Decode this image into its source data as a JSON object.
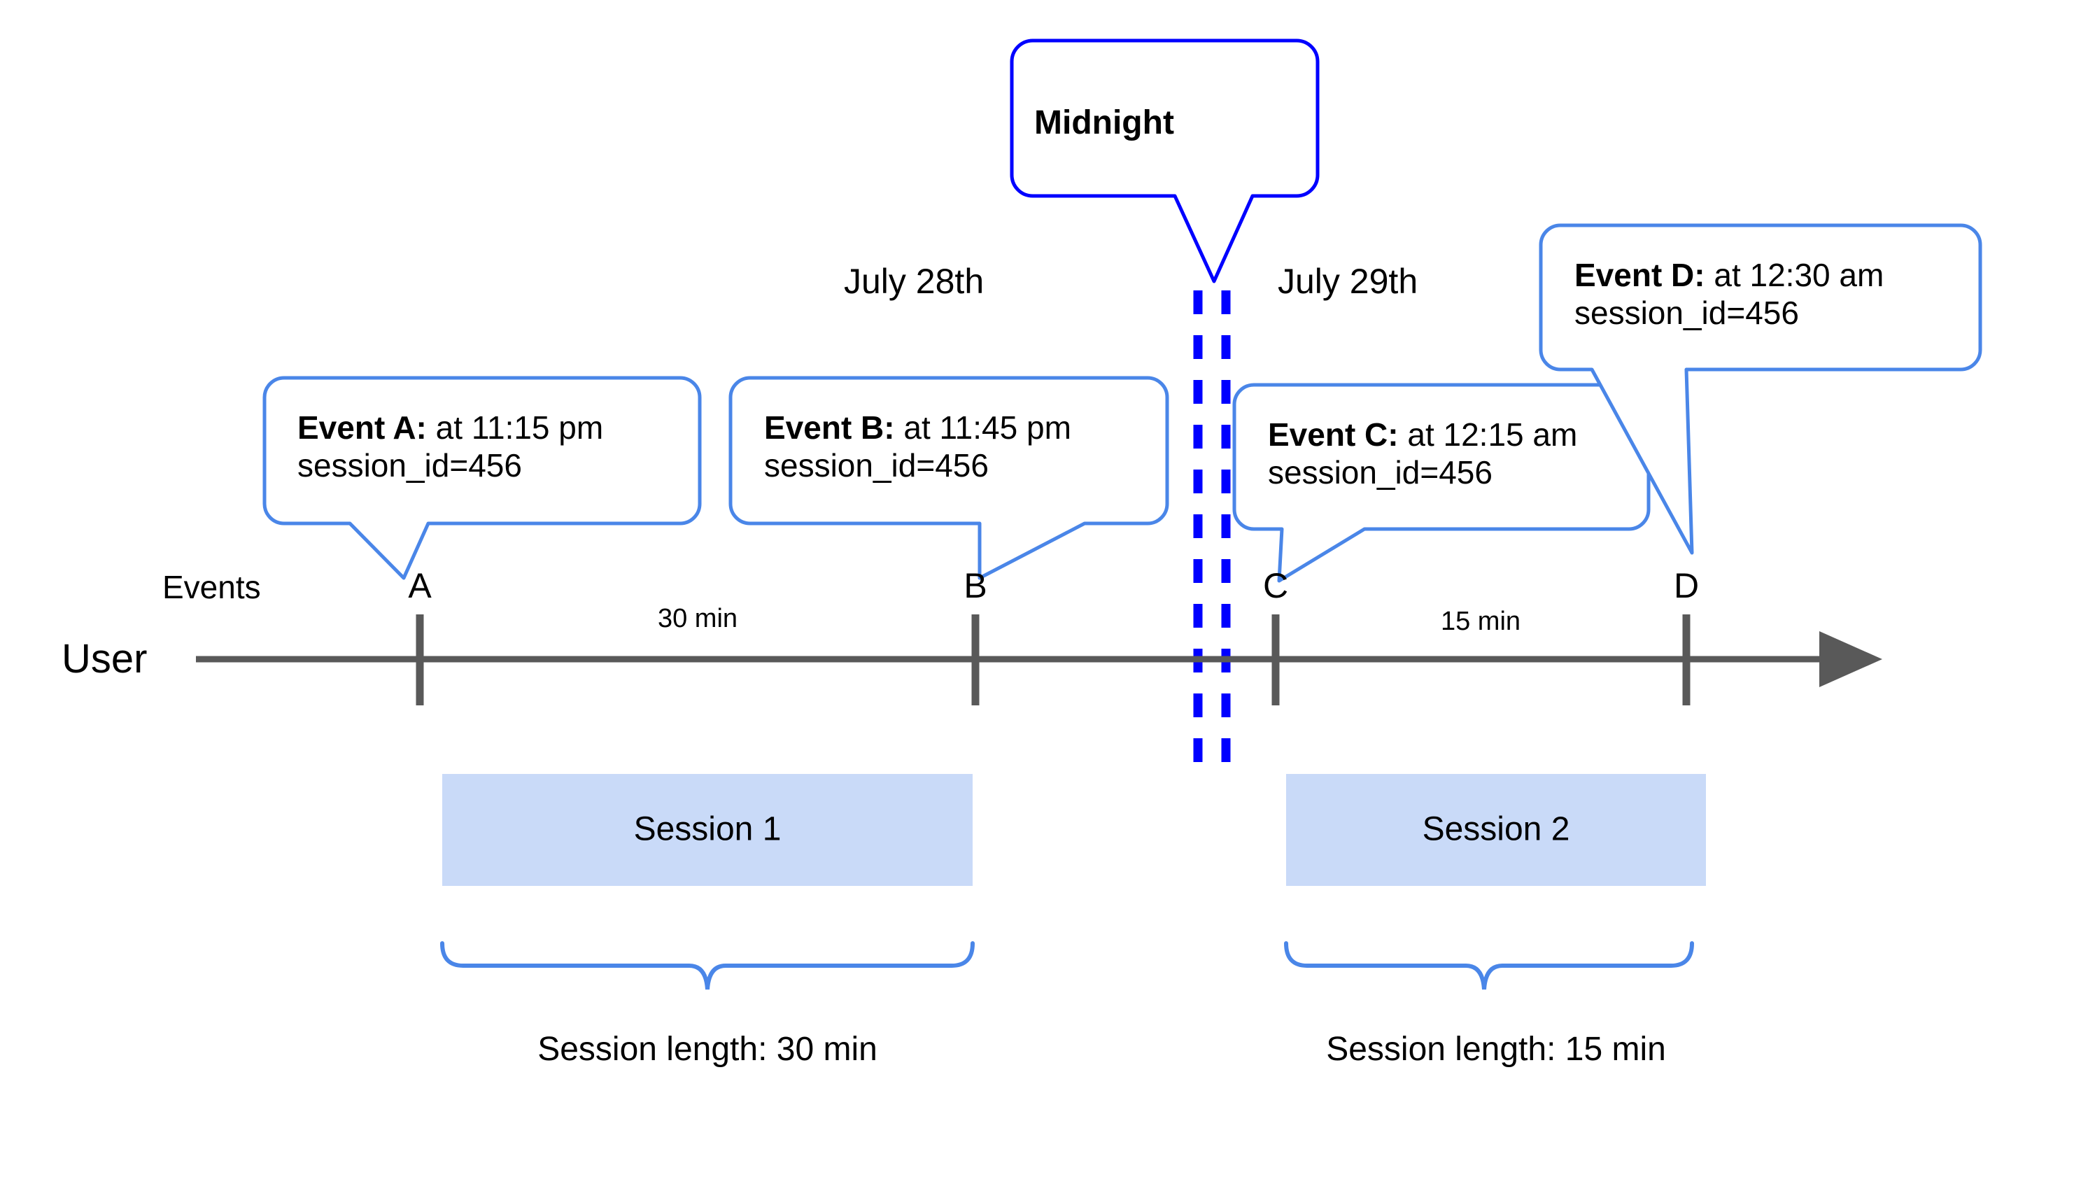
{
  "diagram": {
    "title_concept": "User session splitting across midnight",
    "colors": {
      "midnight_blue": "#0000ff",
      "callout_blue": "#4a86e8",
      "session_fill": "#c9daf8",
      "axis_gray": "#595959",
      "text_black": "#000000",
      "background": "#ffffff"
    }
  },
  "midnight": {
    "label": "Midnight"
  },
  "dates": {
    "left": "July 28th",
    "right": "July 29th"
  },
  "axis": {
    "row_label": "Events",
    "lane_label": "User"
  },
  "events": [
    {
      "marker": "A",
      "label": "Event A:",
      "detail": " at 11:15 pm",
      "session_line": "session_id=456"
    },
    {
      "marker": "B",
      "label": "Event B:",
      "detail": " at 11:45 pm",
      "session_line": "session_id=456"
    },
    {
      "marker": "C",
      "label": "Event C:",
      "detail": " at 12:15 am",
      "session_line": "session_id=456"
    },
    {
      "marker": "D",
      "label": "Event D:",
      "detail": " at 12:30 am",
      "session_line": "session_id=456"
    }
  ],
  "gaps": [
    {
      "label": "30 min"
    },
    {
      "label": "15 min"
    }
  ],
  "sessions": [
    {
      "name": "Session 1",
      "length_label": "Session length: 30 min"
    },
    {
      "name": "Session 2",
      "length_label": "Session length: 15 min"
    }
  ],
  "chart_data": {
    "type": "timeline",
    "title": "User events split into sessions at midnight",
    "xlabel": "",
    "ylabel": "",
    "lane": "User",
    "events": [
      {
        "id": "A",
        "time": "11:15 pm",
        "date": "July 28th",
        "session_id": 456,
        "session": "Session 1"
      },
      {
        "id": "B",
        "time": "11:45 pm",
        "date": "July 28th",
        "session_id": 456,
        "session": "Session 1"
      },
      {
        "id": "C",
        "time": "12:15 am",
        "date": "July 29th",
        "session_id": 456,
        "session": "Session 2"
      },
      {
        "id": "D",
        "time": "12:30 am",
        "date": "July 29th",
        "session_id": 456,
        "session": "Session 2"
      }
    ],
    "intervals": [
      {
        "from": "A",
        "to": "B",
        "label": "30 min",
        "minutes": 30
      },
      {
        "from": "C",
        "to": "D",
        "label": "15 min",
        "minutes": 15
      }
    ],
    "sessions": [
      {
        "name": "Session 1",
        "start_event": "A",
        "end_event": "B",
        "length_minutes": 30,
        "length_label": "Session length: 30 min"
      },
      {
        "name": "Session 2",
        "start_event": "C",
        "end_event": "D",
        "length_minutes": 15,
        "length_label": "Session length: 15 min"
      }
    ],
    "boundary": {
      "label": "Midnight",
      "between_dates": [
        "July 28th",
        "July 29th"
      ]
    }
  }
}
